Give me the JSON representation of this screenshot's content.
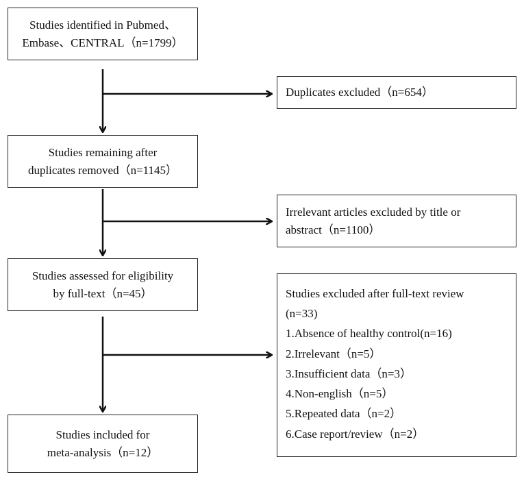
{
  "boxes": {
    "identified": [
      "Studies identified in Pubmed、",
      "Embase、CENTRAL（n=1799）"
    ],
    "remaining": [
      "Studies remaining after",
      "duplicates removed（n=1145）"
    ],
    "assessed": [
      "Studies assessed for eligibility",
      "by full-text（n=45）"
    ],
    "included": [
      "Studies included for",
      "meta-analysis（n=12）"
    ]
  },
  "exclusions": {
    "duplicates": [
      "Duplicates excluded（n=654）"
    ],
    "irrelevant": [
      "Irrelevant articles excluded by title or",
      "abstract（n=1100）"
    ],
    "fulltext": [
      "Studies excluded after full-text review",
      "(n=33)",
      "1.Absence of healthy control(n=16)",
      "2.Irrelevant（n=5）",
      "3.Insufficient data（n=3）",
      "4.Non-english（n=5）",
      "5.Repeated data（n=2）",
      "6.Case report/review（n=2）"
    ]
  }
}
